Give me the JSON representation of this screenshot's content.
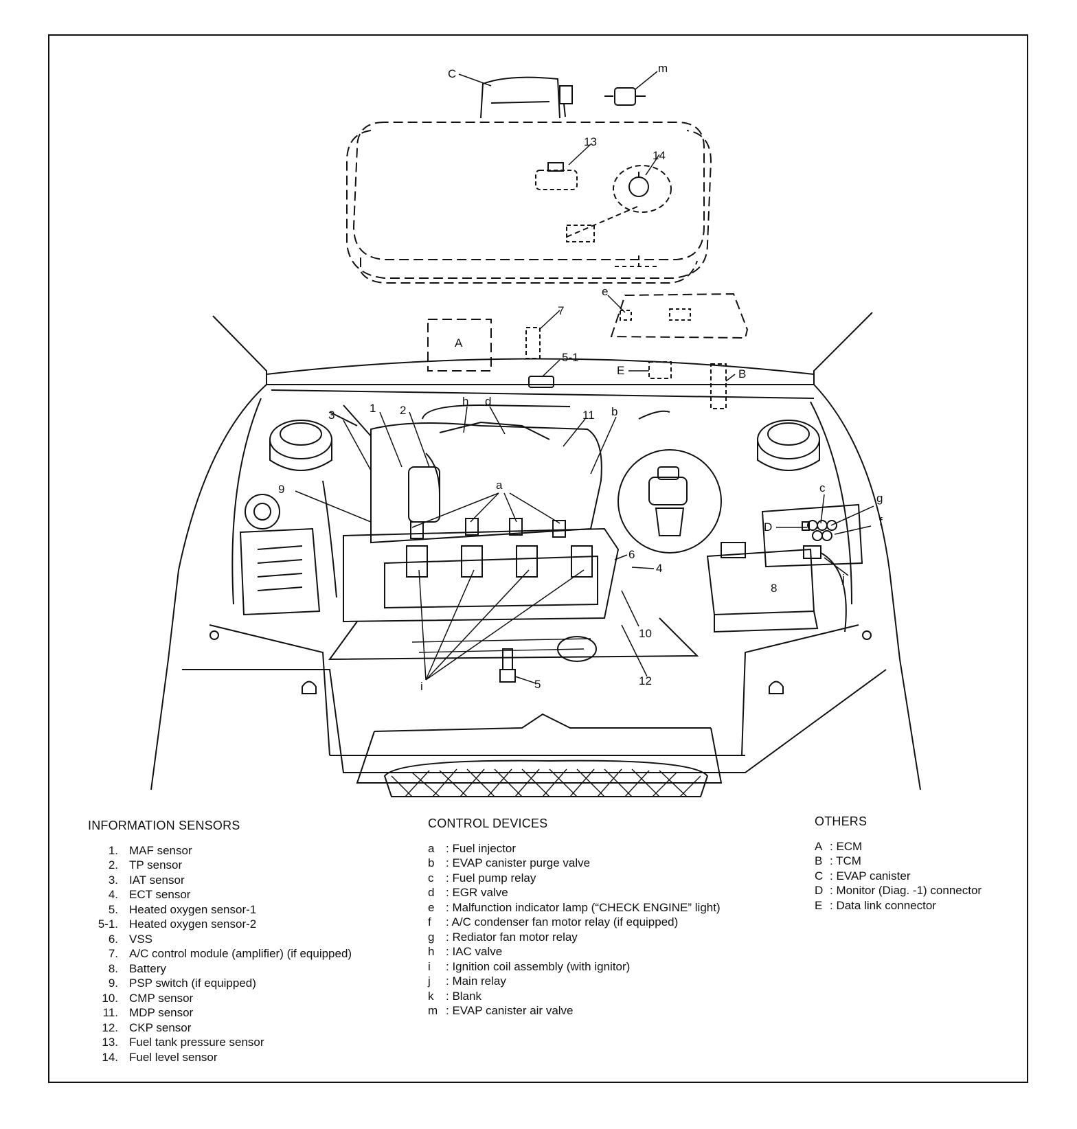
{
  "callouts": {
    "C": "C",
    "m": "m",
    "n13": "13",
    "n14": "14",
    "e": "e",
    "n7": "7",
    "A": "A",
    "n5_1": "5-1",
    "E": "E",
    "B": "B",
    "n3": "3",
    "n1": "1",
    "n2": "2",
    "h": "h",
    "d": "d",
    "n11": "11",
    "b": "b",
    "a": "a",
    "n9": "9",
    "c": "c",
    "g": "g",
    "D": "D",
    "f": "f",
    "n6": "6",
    "n4": "4",
    "n8": "8",
    "j": "j",
    "n10": "10",
    "i": "i",
    "n5": "5",
    "n12": "12"
  },
  "info_sensors": {
    "title": "INFORMATION SENSORS",
    "items": [
      {
        "num": "1.",
        "label": "MAF sensor"
      },
      {
        "num": "2.",
        "label": "TP sensor"
      },
      {
        "num": "3.",
        "label": "IAT sensor"
      },
      {
        "num": "4.",
        "label": "ECT sensor"
      },
      {
        "num": "5.",
        "label": "Heated oxygen sensor-1"
      },
      {
        "num": "5-1.",
        "label": "Heated oxygen sensor-2"
      },
      {
        "num": "6.",
        "label": "VSS"
      },
      {
        "num": "7.",
        "label": "A/C control module (amplifier) (if equipped)"
      },
      {
        "num": "8.",
        "label": "Battery"
      },
      {
        "num": "9.",
        "label": "PSP switch (if equipped)"
      },
      {
        "num": "10.",
        "label": "CMP sensor"
      },
      {
        "num": "11.",
        "label": "MDP sensor"
      },
      {
        "num": "12.",
        "label": "CKP sensor"
      },
      {
        "num": "13.",
        "label": "Fuel tank pressure sensor"
      },
      {
        "num": "14.",
        "label": "Fuel level sensor"
      }
    ]
  },
  "control_devices": {
    "title": "CONTROL DEVICES",
    "items": [
      {
        "key": "a",
        "label": ": Fuel injector"
      },
      {
        "key": "b",
        "label": ": EVAP canister purge valve"
      },
      {
        "key": "c",
        "label": ": Fuel pump relay"
      },
      {
        "key": "d",
        "label": ": EGR valve"
      },
      {
        "key": "e",
        "label": ": Malfunction indicator lamp (“CHECK ENGINE” light)"
      },
      {
        "key": "f",
        "label": ": A/C condenser fan motor relay (if equipped)"
      },
      {
        "key": "g",
        "label": ": Rediator fan motor relay"
      },
      {
        "key": "h",
        "label": ": IAC valve"
      },
      {
        "key": "i",
        "label": ": Ignition coil assembly (with ignitor)"
      },
      {
        "key": "j",
        "label": ": Main relay"
      },
      {
        "key": "k",
        "label": ": Blank"
      },
      {
        "key": "m",
        "label": ": EVAP canister air valve"
      }
    ]
  },
  "others": {
    "title": "OTHERS",
    "items": [
      {
        "key": "A",
        "label": ": ECM"
      },
      {
        "key": "B",
        "label": ": TCM"
      },
      {
        "key": "C",
        "label": ": EVAP canister"
      },
      {
        "key": "D",
        "label": ": Monitor (Diag. -1) connector"
      },
      {
        "key": "E",
        "label": ": Data link connector"
      }
    ]
  }
}
